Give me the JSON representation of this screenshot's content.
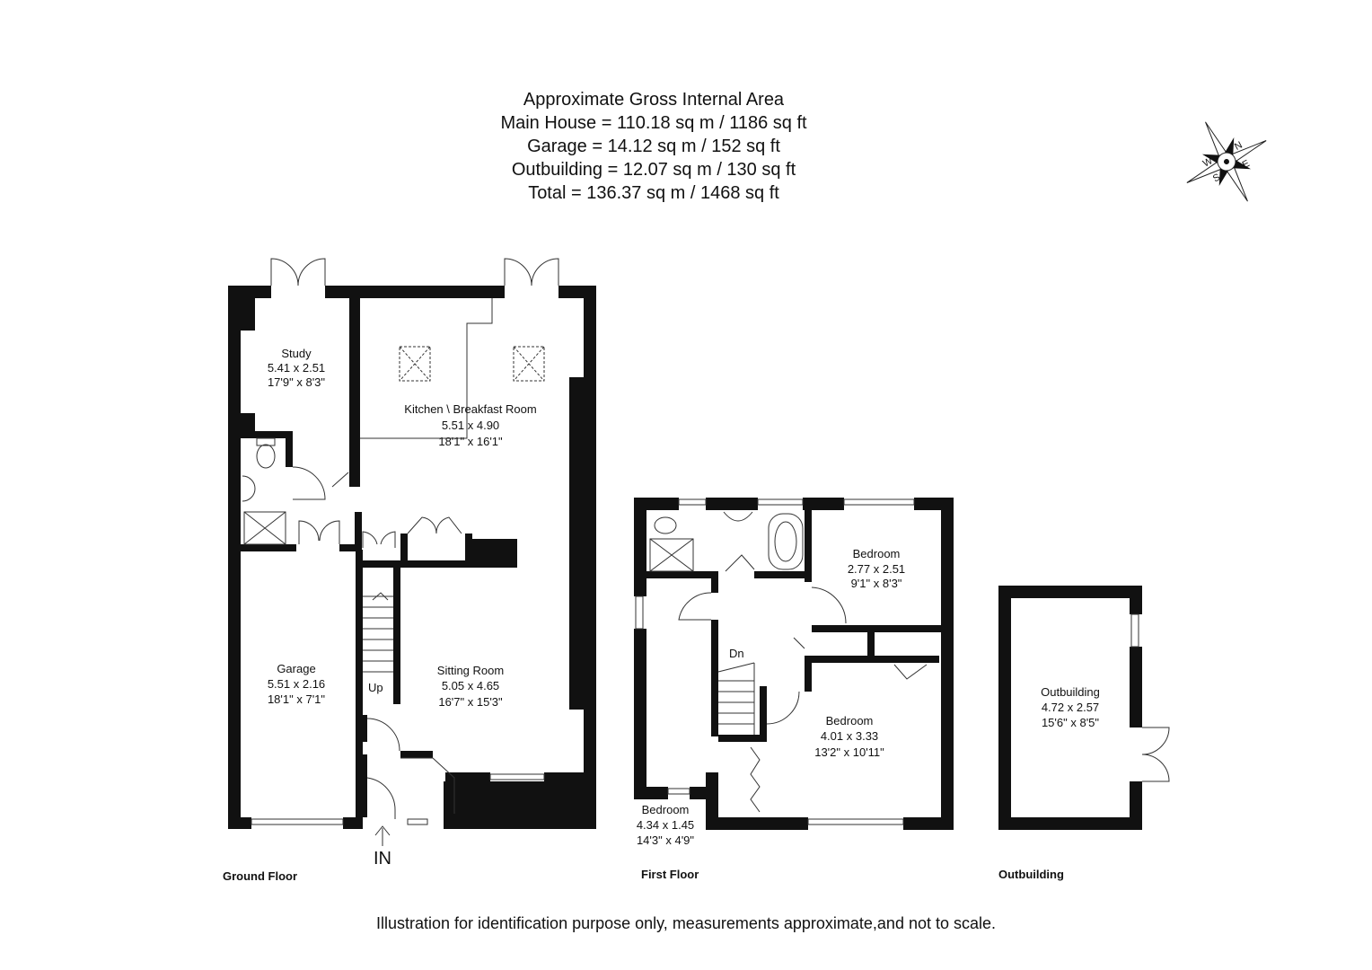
{
  "header": {
    "line1": "Approximate Gross Internal Area",
    "line2": "Main House = 110.18 sq m / 1186 sq ft",
    "line3": "Garage = 14.12 sq m / 152 sq ft",
    "line4": "Outbuilding = 12.07 sq m / 130 sq ft",
    "line5": "Total = 136.37 sq m / 1468 sq ft"
  },
  "compass": {
    "n": "N",
    "s": "S",
    "e": "E",
    "w": "W"
  },
  "ground_floor": {
    "label": "Ground Floor",
    "entrance": "IN",
    "stairs_up": "Up",
    "rooms": {
      "study": {
        "name": "Study",
        "metric": "5.41 x 2.51",
        "imperial": "17'9\" x 8'3\""
      },
      "kitchen": {
        "name": "Kitchen \\ Breakfast Room",
        "metric": "5.51 x 4.90",
        "imperial": "18'1\" x 16'1\""
      },
      "garage": {
        "name": "Garage",
        "metric": "5.51 x 2.16",
        "imperial": "18'1\" x 7'1\""
      },
      "sitting": {
        "name": "Sitting Room",
        "metric": "5.05 x 4.65",
        "imperial": "16'7\" x 15'3\""
      }
    }
  },
  "first_floor": {
    "label": "First Floor",
    "stairs_down": "Dn",
    "rooms": {
      "bedroom2": {
        "name": "Bedroom",
        "metric": "2.77 x 2.51",
        "imperial": "9'1\" x 8'3\""
      },
      "bedroom1": {
        "name": "Bedroom",
        "metric": "4.01 x 3.33",
        "imperial": "13'2\" x 10'11\""
      },
      "bedroom3": {
        "name": "Bedroom",
        "metric": "4.34 x 1.45",
        "imperial": "14'3\" x 4'9\""
      }
    }
  },
  "outbuilding": {
    "label": "Outbuilding",
    "room": {
      "name": "Outbuilding",
      "metric": "4.72 x 2.57",
      "imperial": "15'6\" x 8'5\""
    }
  },
  "footer": {
    "disclaimer": "Illustration for identification purpose only, measurements approximate,and not to scale."
  }
}
